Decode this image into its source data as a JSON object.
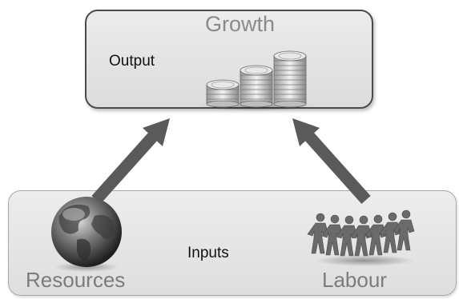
{
  "diagram": {
    "top_box": {
      "title": "Growth",
      "output_label": "Output",
      "coins_icon": "coin-stacks-icon"
    },
    "bottom_box": {
      "inputs_label": "Inputs",
      "resources_label": "Resources",
      "labour_label": "Labour",
      "globe_icon": "globe-icon",
      "people_icon": "people-chain-icon"
    },
    "colors": {
      "arrow": "#5a5a5a",
      "box_fill": "#e4e4e4",
      "title_text": "#8a8a8a"
    }
  }
}
